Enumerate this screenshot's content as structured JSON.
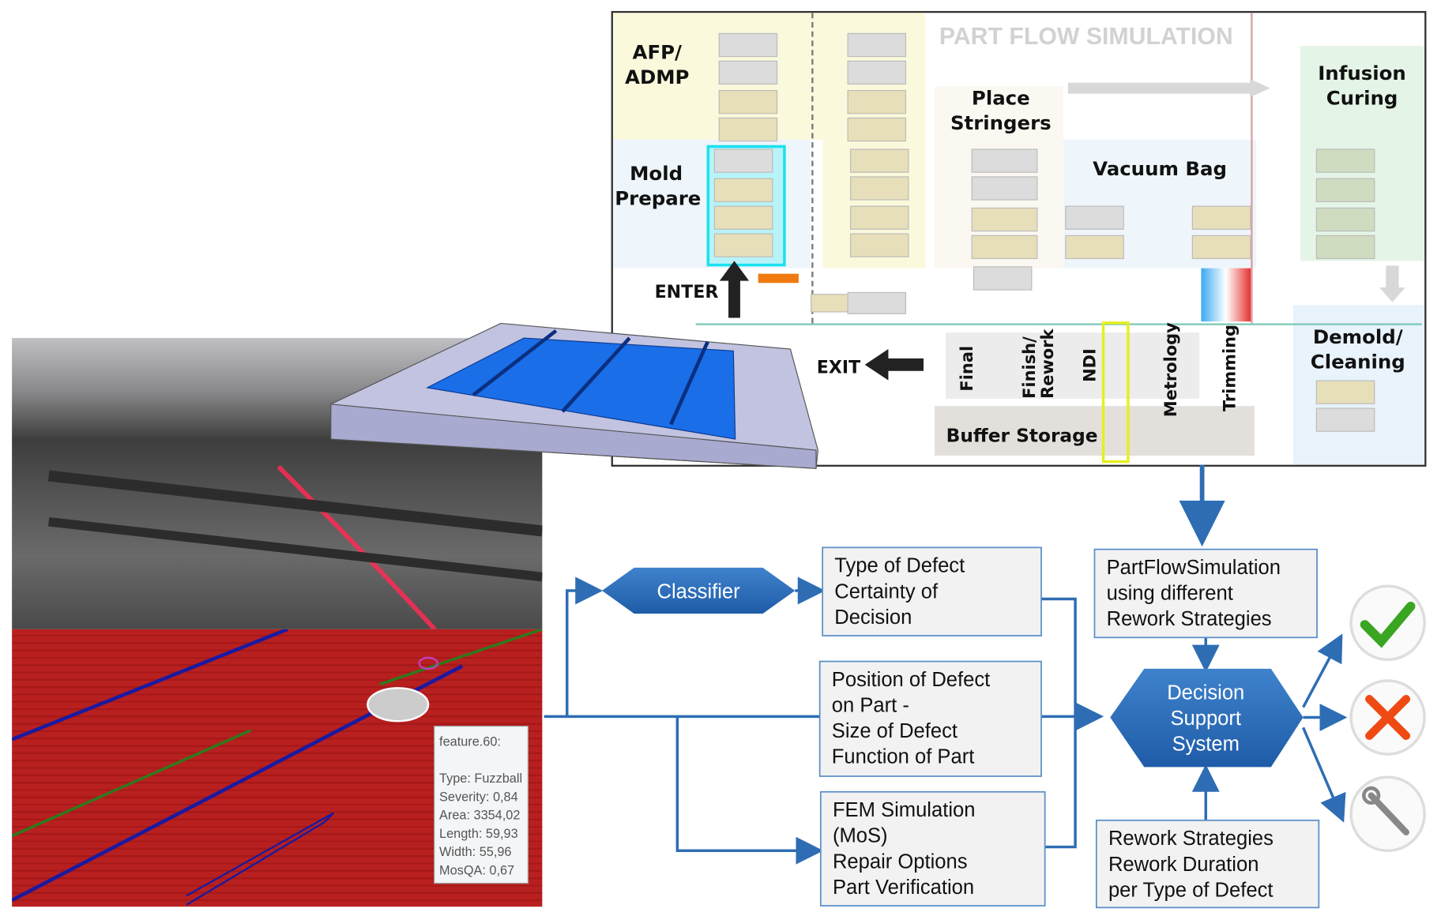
{
  "simulation": {
    "title": "PART FLOW SIMULATION",
    "stations": {
      "afp": [
        "AFP/",
        "ADMP"
      ],
      "mold": [
        "Mold",
        "Prepare"
      ],
      "stringers": [
        "Place",
        "Stringers"
      ],
      "vacuum": "Vacuum Bag",
      "infusion": [
        "Infusion",
        "Curing"
      ],
      "demold": [
        "Demold/",
        "Cleaning"
      ],
      "enter": "ENTER",
      "exit": "EXIT",
      "final": "Final",
      "finish": [
        "Finish/",
        "Rework"
      ],
      "ndi": "NDI",
      "metrology": "Metrology",
      "trimming": "Trimming",
      "buffer": "Buffer Storage"
    }
  },
  "tooltip": {
    "title": "feature.60:",
    "lines": [
      "Type: Fuzzball",
      "Severity: 0,84",
      "Area: 3354,02",
      "Length: 59,93",
      "Width: 55,96",
      "MosQA: 0,67"
    ]
  },
  "flow": {
    "classifier": "Classifier",
    "type_box": [
      "Type of Defect",
      "Certainty of",
      "Decision"
    ],
    "position_box": [
      "Position of Defect",
      "on Part -",
      "Size of Defect",
      "Function of Part"
    ],
    "fem_box": [
      "FEM Simulation",
      "(MoS)",
      "Repair Options",
      "Part Verification"
    ],
    "pfs_box": [
      "PartFlowSimulation",
      "using different",
      "Rework Strategies"
    ],
    "rework_box": [
      "Rework Strategies",
      "Rework Duration",
      "per Type of Defect"
    ],
    "dss": [
      "Decision",
      "Support",
      "System"
    ],
    "outcomes": [
      "check-icon",
      "cross-icon",
      "wrench-icon"
    ]
  },
  "colors": {
    "flow_blue": "#2e6db4",
    "box_border": "#5b8fc9",
    "accent_cyan": "#19e1f0"
  }
}
